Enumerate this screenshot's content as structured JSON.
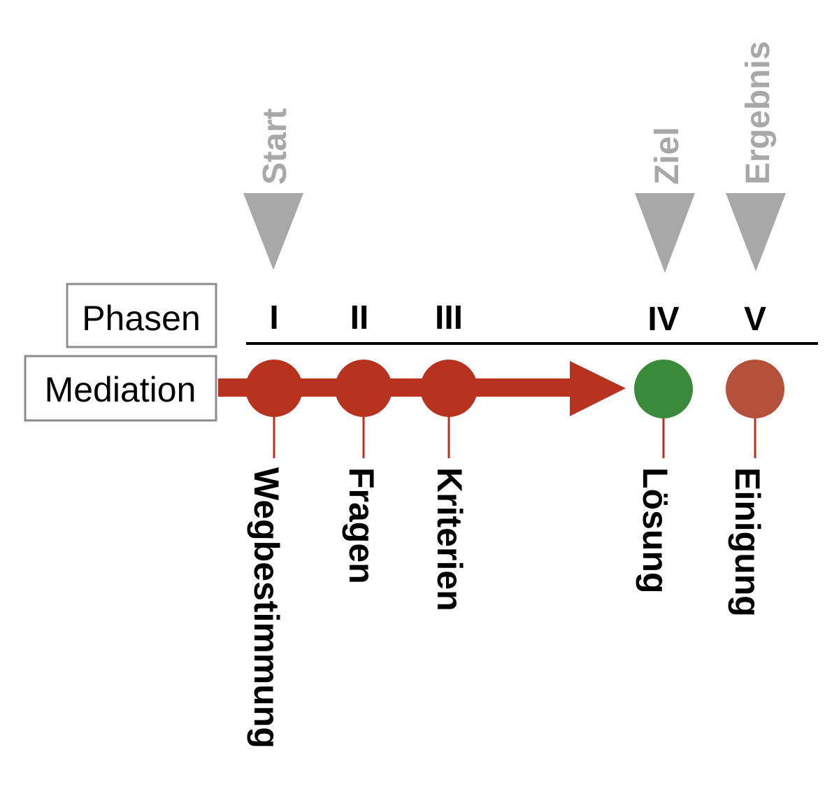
{
  "labels": {
    "phases": "Phasen",
    "mediation": "Mediation"
  },
  "markers": [
    {
      "text": "Start"
    },
    {
      "text": "Ziel"
    },
    {
      "text": "Ergebnis"
    }
  ],
  "phases": [
    {
      "numeral": "I",
      "label": "Wegbestimmung"
    },
    {
      "numeral": "II",
      "label": "Fragen"
    },
    {
      "numeral": "III",
      "label": "Kriterien"
    },
    {
      "numeral": "IV",
      "label": "Lösung"
    },
    {
      "numeral": "V",
      "label": "Einigung"
    }
  ],
  "colors": {
    "process_red": "#b83220",
    "solution_green": "#3a8a3c",
    "agreement_brown": "#b5503a",
    "marker_gray": "#a8a8a8",
    "box_border": "#8c8c8c",
    "line": "#000000"
  }
}
